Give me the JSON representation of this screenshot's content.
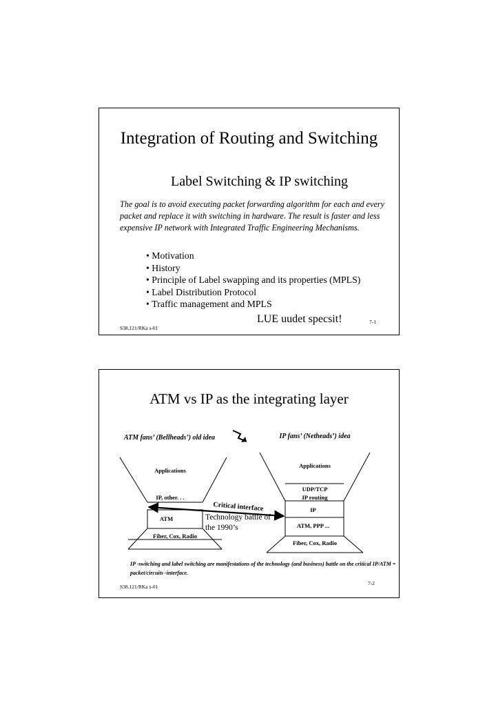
{
  "slide1": {
    "title": "Integration of Routing and Switching",
    "subtitle": "Label Switching & IP switching",
    "intro": "The goal is to avoid executing packet forwarding algorithm for each and every packet and replace it with switching in hardware. The result is faster and less expensive IP network with Integrated Traffic Engineering Mechanisms.",
    "bullets": [
      "Motivation",
      "History",
      "Principle of Label swapping and its properties (MPLS)",
      "Label Distribution Protocol",
      "Traffic management and MPLS"
    ],
    "note": "LUE uudet specsit!",
    "footer_left": "S38.121/RKa s-01",
    "footer_right": "7-1"
  },
  "slide2": {
    "title": "ATM vs IP as the integrating layer",
    "atm_fans": "ATM fans’ (Bellheads’) old idea",
    "ip_fans": "IP fans’ (Netheads’) idea",
    "left_stack": {
      "applications": "Applications",
      "ip_other": "IP, other. . .",
      "atm": "ATM",
      "physical": "Fiber, Cox, Radio"
    },
    "right_stack": {
      "applications": "Applications",
      "udp_tcp": "UDP/TCP",
      "ip_routing": "IP routing",
      "ip": "IP",
      "atm_ppp": "ATM, PPP ...",
      "physical": "Fiber, Cox, Radio"
    },
    "critical_interface": "Critical interface",
    "technology_battle": "Technology battle of the 1990’s",
    "caption": "IP -switching and label switching are manifestations of the technology (and business) battle on the critical IP/ATM = packet/circuits -interface.",
    "footer_left": "S38.121/RKa s-01",
    "footer_right": "7-2"
  }
}
